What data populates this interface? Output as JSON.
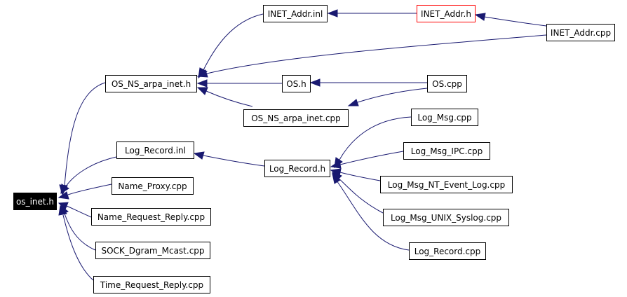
{
  "title": "os_inet.h include dependency graph",
  "colors": {
    "edge": "#191970",
    "highlight_border": "#ff0000",
    "root_fill": "#000000",
    "root_text": "#ffffff"
  },
  "nodes": {
    "os_inet_h": "os_inet.h",
    "os_ns_arpa_inet_h": "OS_NS_arpa_inet.h",
    "inet_addr_inl": "INET_Addr.inl",
    "inet_addr_h": "INET_Addr.h",
    "inet_addr_cpp": "INET_Addr.cpp",
    "os_h": "OS.h",
    "os_cpp": "OS.cpp",
    "os_ns_arpa_inet_cpp": "OS_NS_arpa_inet.cpp",
    "log_record_inl": "Log_Record.inl",
    "log_record_h": "Log_Record.h",
    "log_msg_cpp": "Log_Msg.cpp",
    "log_msg_ipc_cpp": "Log_Msg_IPC.cpp",
    "log_msg_nt_event_log_cpp": "Log_Msg_NT_Event_Log.cpp",
    "log_msg_unix_syslog_cpp": "Log_Msg_UNIX_Syslog.cpp",
    "log_record_cpp": "Log_Record.cpp",
    "name_proxy_cpp": "Name_Proxy.cpp",
    "name_request_reply_cpp": "Name_Request_Reply.cpp",
    "sock_dgram_mcast_cpp": "SOCK_Dgram_Mcast.cpp",
    "time_request_reply_cpp": "Time_Request_Reply.cpp"
  }
}
